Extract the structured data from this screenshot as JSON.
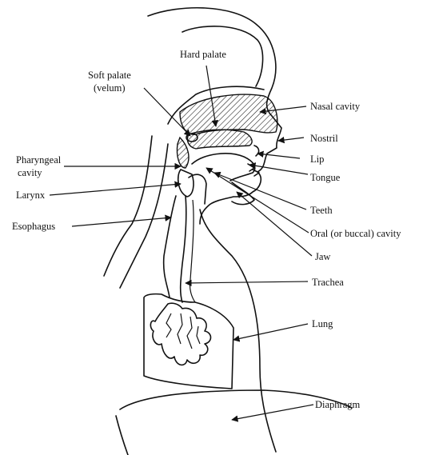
{
  "labels": {
    "hard_palate": "Hard palate",
    "soft_palate_1": "Soft palate",
    "soft_palate_2": "(velum)",
    "nasal_cavity": "Nasal cavity",
    "nostril": "Nostril",
    "pharyngeal_1": "Pharyngeal",
    "pharyngeal_2": "cavity",
    "lip": "Lip",
    "tongue": "Tongue",
    "larynx": "Larynx",
    "esophagus": "Esophagus",
    "teeth": "Teeth",
    "oral_cavity": "Oral (or buccal) cavity",
    "jaw": "Jaw",
    "trachea": "Trachea",
    "lung": "Lung",
    "diaphragm": "Diaphragm"
  }
}
